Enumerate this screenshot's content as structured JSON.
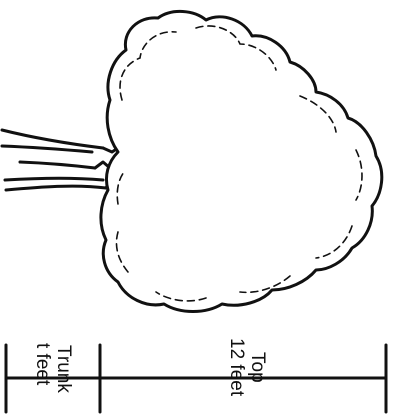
{
  "labels": {
    "top_name": "Top",
    "top_length": "12 feet",
    "trunk_name": "Trunk",
    "trunk_length": "t feet"
  },
  "colors": {
    "stroke": "#111111",
    "fill": "#ffffff"
  }
}
